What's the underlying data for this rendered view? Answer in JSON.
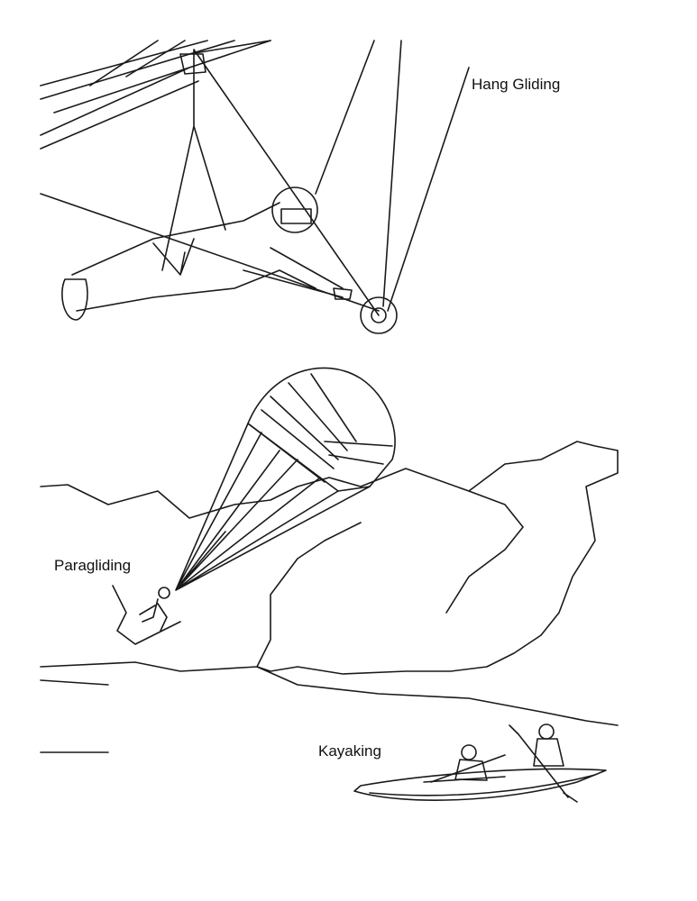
{
  "labels": {
    "hang_gliding": "Hang Gliding",
    "paragliding": "Paragliding",
    "kayaking": "Kayaking"
  }
}
